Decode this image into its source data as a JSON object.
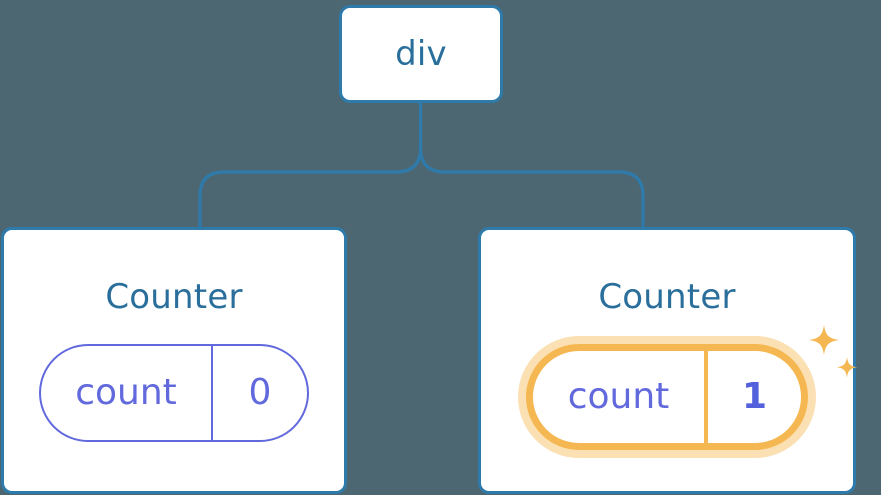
{
  "diagram": {
    "type": "component-tree",
    "title": "React component tree with highlighted state update",
    "background_color": "#4c6772",
    "node_border_color": "#2e7bab",
    "node_title_color": "#2a6f9b",
    "state_color": "#6169dd",
    "highlight_color": "#f5b751",
    "highlight_glow_color": "#fbe0b4"
  },
  "root": {
    "label": "div"
  },
  "children": [
    {
      "label": "Counter",
      "state": {
        "key": "count",
        "value": "0"
      },
      "highlighted": false,
      "sparkle": false
    },
    {
      "label": "Counter",
      "state": {
        "key": "count",
        "value": "1"
      },
      "highlighted": true,
      "sparkle": true
    }
  ],
  "edges": [
    {
      "from": "div",
      "to": "Counter (left)"
    },
    {
      "from": "div",
      "to": "Counter (right)"
    }
  ],
  "icons": {
    "sparkle_large": "sparkle-icon",
    "sparkle_small": "sparkle-small-icon"
  }
}
